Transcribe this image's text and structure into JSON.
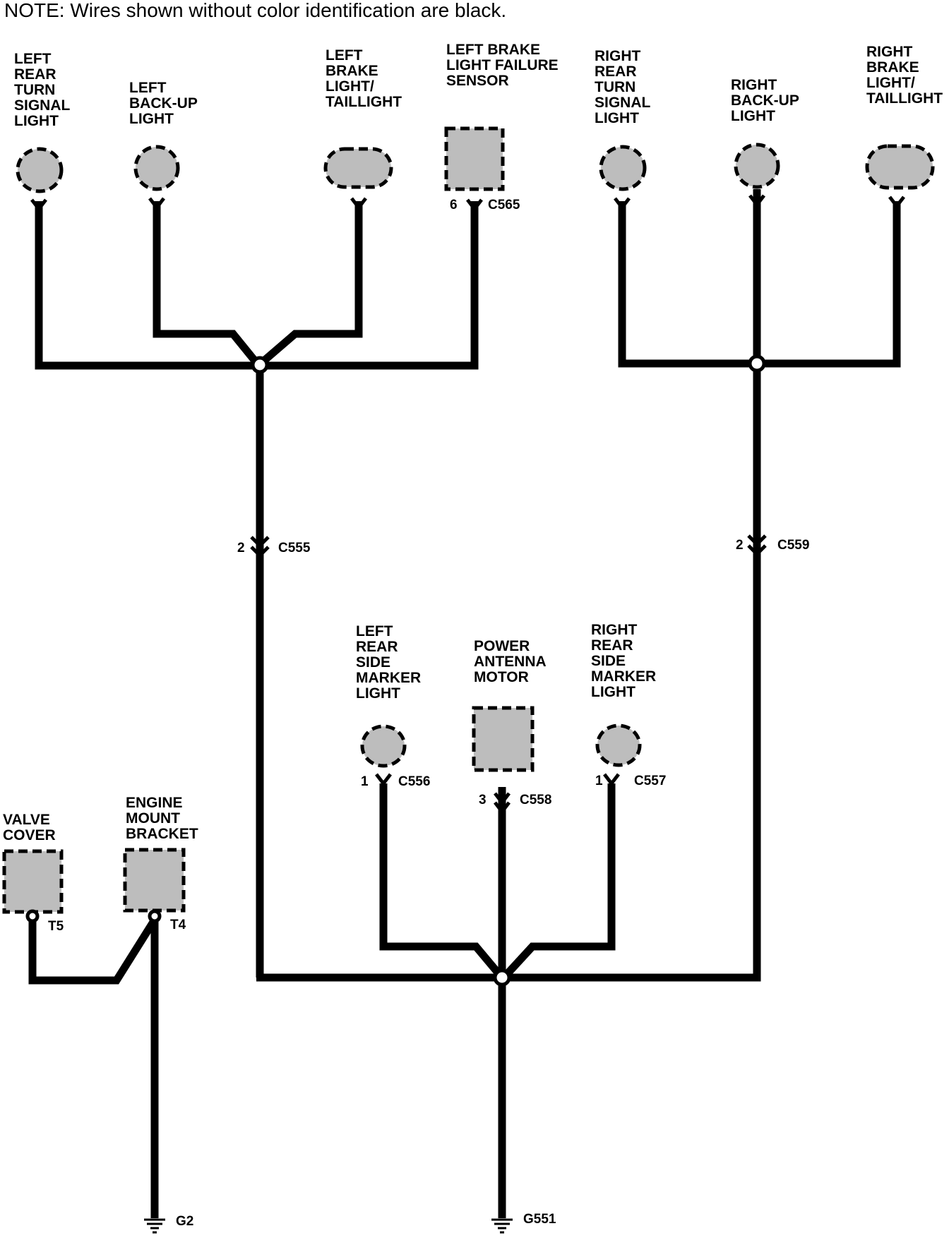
{
  "note": "NOTE: Wires shown without color identification are black.",
  "components": {
    "left_rear_turn_signal": [
      "LEFT",
      "REAR",
      "TURN",
      "SIGNAL",
      "LIGHT"
    ],
    "left_backup": [
      "LEFT",
      "BACK-UP",
      "LIGHT"
    ],
    "left_brake_taillight": [
      "LEFT",
      "BRAKE",
      "LIGHT/",
      "TAILLIGHT"
    ],
    "left_brake_failure_sensor": [
      "LEFT BRAKE",
      "LIGHT FAILURE",
      "SENSOR"
    ],
    "right_rear_turn_signal": [
      "RIGHT",
      "REAR",
      "TURN",
      "SIGNAL",
      "LIGHT"
    ],
    "right_backup": [
      "RIGHT",
      "BACK-UP",
      "LIGHT"
    ],
    "right_brake_taillight": [
      "RIGHT",
      "BRAKE",
      "LIGHT/",
      "TAILLIGHT"
    ],
    "left_rear_side_marker": [
      "LEFT",
      "REAR",
      "SIDE",
      "MARKER",
      "LIGHT"
    ],
    "power_antenna_motor": [
      "POWER",
      "ANTENNA",
      "MOTOR"
    ],
    "right_rear_side_marker": [
      "RIGHT",
      "REAR",
      "SIDE",
      "MARKER",
      "LIGHT"
    ],
    "valve_cover": [
      "VALVE",
      "COVER"
    ],
    "engine_mount_bracket": [
      "ENGINE",
      "MOUNT",
      "BRACKET"
    ]
  },
  "connectors": {
    "c565": {
      "pin": "6",
      "name": "C565"
    },
    "c555": {
      "pin": "2",
      "name": "C555"
    },
    "c559": {
      "pin": "2",
      "name": "C559"
    },
    "c556": {
      "pin": "1",
      "name": "C556"
    },
    "c558": {
      "pin": "3",
      "name": "C558"
    },
    "c557": {
      "pin": "1",
      "name": "C557"
    }
  },
  "terminals": {
    "t5": "T5",
    "t4": "T4"
  },
  "grounds": {
    "g2": "G2",
    "g551": "G551"
  }
}
